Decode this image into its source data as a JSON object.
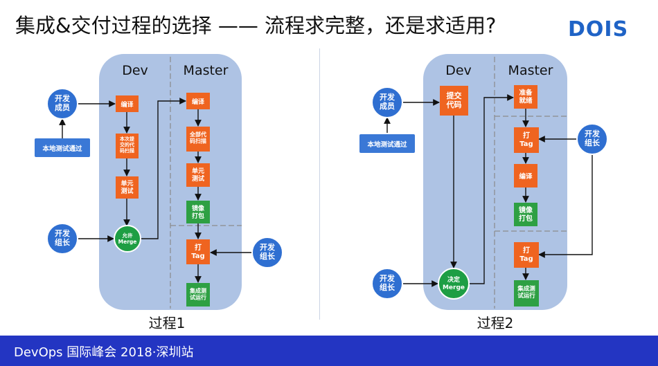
{
  "title": "集成&交付过程的选择 —— 流程求完整，还是求适用?",
  "logo": "DOIS",
  "footer": "DevOps 国际峰会 2018·深圳站",
  "colors": {
    "lane": "#aec3e4",
    "step": "#ef6420",
    "step_final": "#2ea043",
    "actor": "#2f6fd1",
    "decision": "#1e9e44",
    "footer": "#2335c2",
    "logo": "#1f63c6"
  },
  "process1": {
    "caption": "过程1",
    "lanes": [
      "Dev",
      "Master"
    ],
    "actors": {
      "member": "开发\n成员",
      "local_test": "本地测试通过",
      "leader_dev": "开发\n组长",
      "leader_master": "开发\n组长"
    },
    "dev_steps": [
      "编译",
      "本次提\n交的代\n码扫描",
      "单元\n测试"
    ],
    "decision": "允许\nMerge",
    "master_steps": [
      "编译",
      "全部代\n码扫描",
      "单元\n测试",
      "镜像\n打包"
    ],
    "tag_step": "打\nTag",
    "final_step": "集成测\n试运行"
  },
  "process2": {
    "caption": "过程2",
    "lanes": [
      "Dev",
      "Master"
    ],
    "actors": {
      "member": "开发\n成员",
      "local_test": "本地测试通过",
      "leader_dev": "开发\n组长",
      "leader_master": "开发\n组长"
    },
    "dev_step": "提交\n代码",
    "decision": "决定\nMerge",
    "master_steps": [
      "准备\n就绪",
      "打\nTag",
      "编译",
      "镜像\n打包",
      "打\nTag"
    ],
    "final_step": "集成测\n试运行"
  }
}
